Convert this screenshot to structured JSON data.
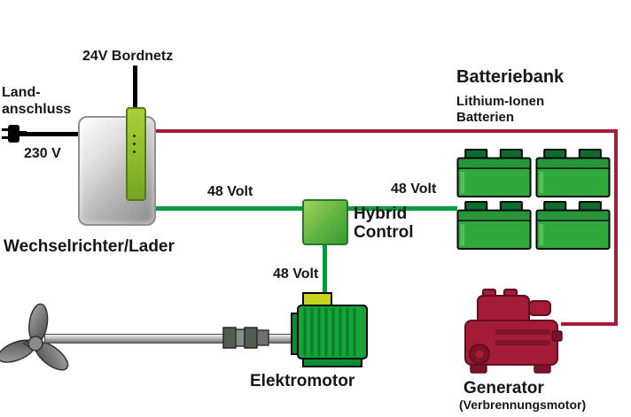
{
  "labels": {
    "bordnetz_24v": "24V Bordnetz",
    "land_line1": "Land-",
    "land_line2": "anschluss",
    "volt_230": "230 V",
    "inverter": "Wechselrichter/Lader",
    "volt_48": "48 Volt",
    "hybrid_line1": "Hybrid",
    "hybrid_line2": "Control",
    "battery_title": "Batteriebank",
    "battery_sub1": "Lithium-Ionen",
    "battery_sub2": "Batterien",
    "motor": "Elektromotor",
    "generator": "Generator",
    "generator_sub": "(Verbrennungsmotor)"
  },
  "colors": {
    "wire_green": "#009b3e",
    "wire_red": "#a51c37",
    "wire_black": "#000000",
    "battery_green": "#2fa83c",
    "battery_cap_green": "#0c6b2d",
    "module_green": "#8cbc29",
    "motor_green": "#13a538",
    "motor_cap_yellow": "#c6d420",
    "generator_red": "#a51c37",
    "metal_gray": "#b3b3b3"
  },
  "icons": [
    "plug-icon",
    "propeller-icon",
    "battery-icon",
    "generator-icon",
    "motor-icon"
  ]
}
